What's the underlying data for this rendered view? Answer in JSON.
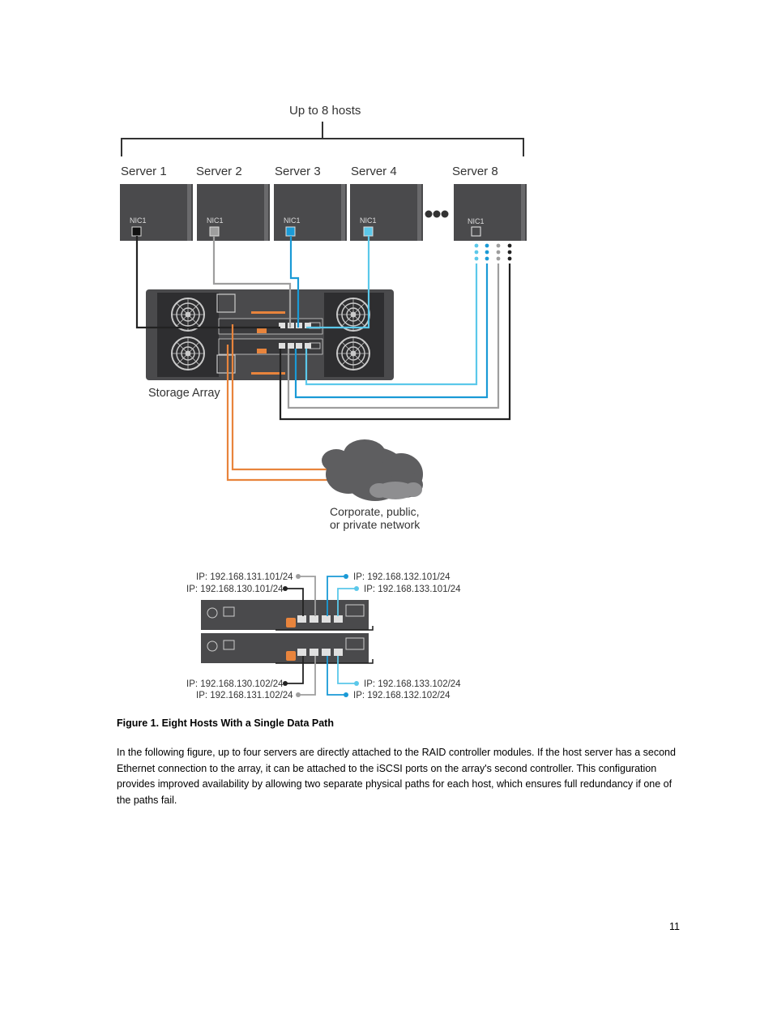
{
  "figure": {
    "hosts_label": "Up to 8 hosts",
    "servers": [
      {
        "label": "Server 1",
        "nic": "NIC1"
      },
      {
        "label": "Server 2",
        "nic": "NIC1"
      },
      {
        "label": "Server 3",
        "nic": "NIC1"
      },
      {
        "label": "Server 4",
        "nic": "NIC1"
      },
      {
        "label": "Server 8",
        "nic": "NIC1"
      }
    ],
    "storage_label": "Storage Array",
    "network_label_line1": "Corporate, public,",
    "network_label_line2": "or private network",
    "ip_labels": {
      "top_left_1": "IP: 192.168.131.101/24",
      "top_left_2": "IP: 192.168.130.101/24",
      "top_right_1": "IP: 192.168.132.101/24",
      "top_right_2": "IP: 192.168.133.101/24",
      "bottom_left_1": "IP: 192.168.130.102/24",
      "bottom_left_2": "IP: 192.168.131.102/24",
      "bottom_right_1": "IP: 192.168.133.102/24",
      "bottom_right_2": "IP: 192.168.132.102/24"
    },
    "colors": {
      "black_cable": "#222222",
      "gray_cable": "#9e9e9e",
      "blue_cable": "#1a9ad6",
      "lightblue_cable": "#5bc8ea",
      "orange_cable": "#e8843c",
      "server_fill": "#4a4a4c"
    }
  },
  "caption": "Figure 1. Eight Hosts With a Single Data Path",
  "body_text": "In the following figure, up to four servers are directly attached to the RAID controller modules. If the host server has a second Ethernet connection to the array, it can be attached to the iSCSI ports on the array's second controller. This configuration provides improved availability by allowing two separate physical paths for each host, which ensures full redundancy if one of the paths fail.",
  "page_number": "11"
}
